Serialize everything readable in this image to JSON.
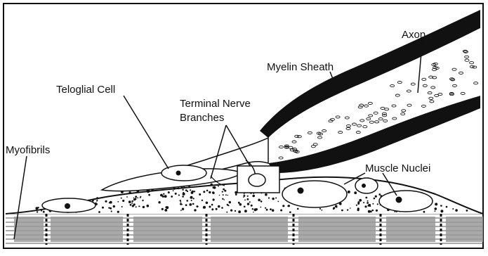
{
  "labels": {
    "axon": "Axon",
    "myelin_sheath": "Myelin Sheath",
    "teloglial_cell": "Teloglial Cell",
    "terminal_nerve_line1": "Terminal Nerve",
    "terminal_nerve_line2": "Branches",
    "myofibrils": "Myofibrils",
    "muscle_nuclei": "Muscle Nuclei"
  },
  "colors": {
    "ink": "#111111",
    "paper": "#ffffff",
    "fibre_band": "#9a9a9a",
    "fibre_line": "#555555"
  }
}
